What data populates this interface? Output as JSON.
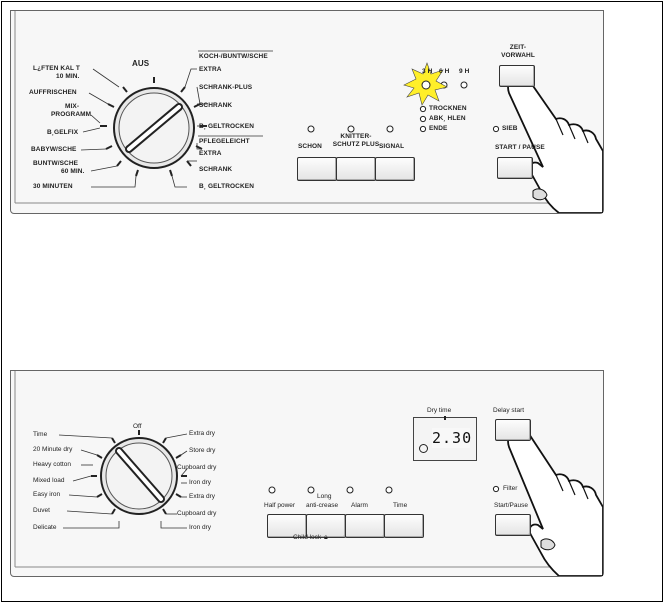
{
  "top_panel": {
    "dial_labels_left": [
      "L¿FTEN KAL T",
      "10 MIN.",
      "AUFFRISCHEN",
      "MIX-",
      "PROGRAMM",
      "B¸GELFIX",
      "BABYW/SCHE",
      "BUNTW/SCHE",
      "60 MIN.",
      "30 MINUTEN"
    ],
    "dial_top": "AUS",
    "dial_labels_right": [
      "KOCH-/BUNTW/SCHE",
      "EXTRA",
      "SCHRANK-PLUS",
      "SCHRANK",
      "B¸ GELTROCKEN",
      "PFLEGELEICHT",
      "EXTRA",
      "SCHRANK",
      "B¸ GELTROCKEN"
    ],
    "buttons": [
      "SCHON",
      "KNITTER-",
      "SCHUTZ PLUS",
      "SIGNAL"
    ],
    "timer_labels": [
      "3 H",
      "6 H",
      "9 H"
    ],
    "status": [
      "TROCKNEN",
      "ABK¸ HLEN",
      "ENDE"
    ],
    "sieb": "SIEB",
    "delay": [
      "ZEIT-",
      "VORWAHL"
    ],
    "start": "START / PAUSE"
  },
  "bottom_panel": {
    "dial_top": "Off",
    "dial_labels_left": [
      "Time",
      "20 Minute dry",
      "Heavy cotton",
      "Mixed load",
      "Easy iron",
      "Duvet",
      "Delicate"
    ],
    "dial_labels_right": [
      "Extra dry",
      "Store dry",
      "Cupboard dry",
      "Iron dry",
      "Extra dry",
      "Cupboard dry",
      "Iron dry"
    ],
    "buttons": [
      "Half power",
      "Long",
      "anti-crease",
      "Alarm",
      "Time"
    ],
    "child_lock": "Child lock",
    "dry_time_label": "Dry time",
    "display_value": "2.30",
    "delay_label": "Delay start",
    "filter": "Filter",
    "start": "Start/Pause"
  }
}
